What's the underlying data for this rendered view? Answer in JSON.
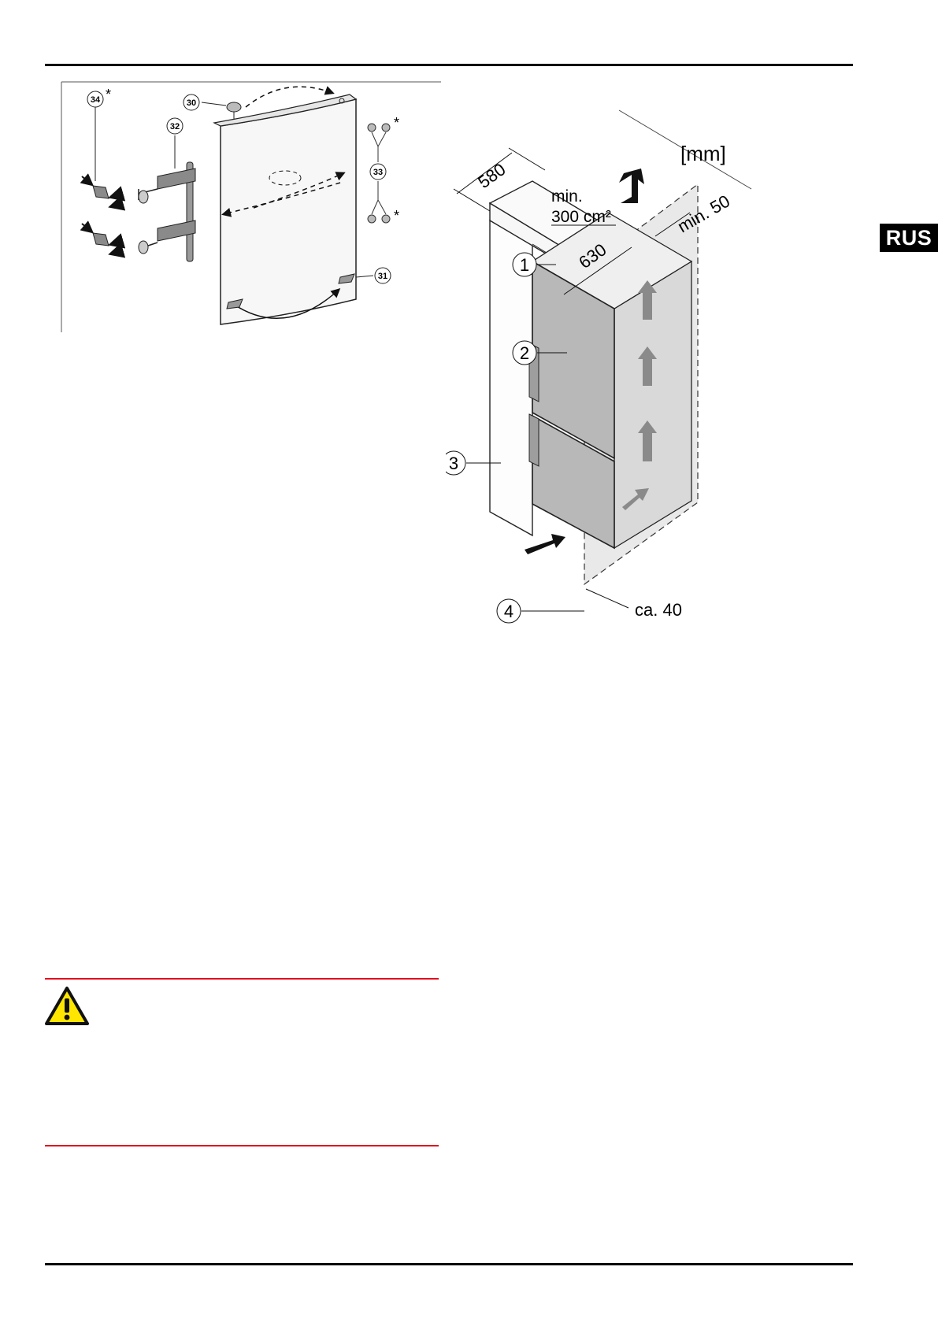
{
  "language_tab": "RUS",
  "fig_door": {
    "callouts": {
      "c30": "30",
      "c31": "31",
      "c32": "32",
      "c33": "33",
      "c34": "34"
    },
    "asterisk": "*"
  },
  "fig_install": {
    "unit_label": "[mm]",
    "dims": {
      "depth": "580",
      "width": "630",
      "clearance_top": "min. 50",
      "clearance_bottom": "ca. 40"
    },
    "vent_area_line1": "min.",
    "vent_area_line2": "300 cm²",
    "callouts": {
      "c1": "1",
      "c2": "2",
      "c3": "3",
      "c4": "4"
    }
  },
  "warning": {
    "icon": "warning-triangle-icon",
    "accent_color": "#e2001a",
    "icon_fill": "#ffe600"
  }
}
